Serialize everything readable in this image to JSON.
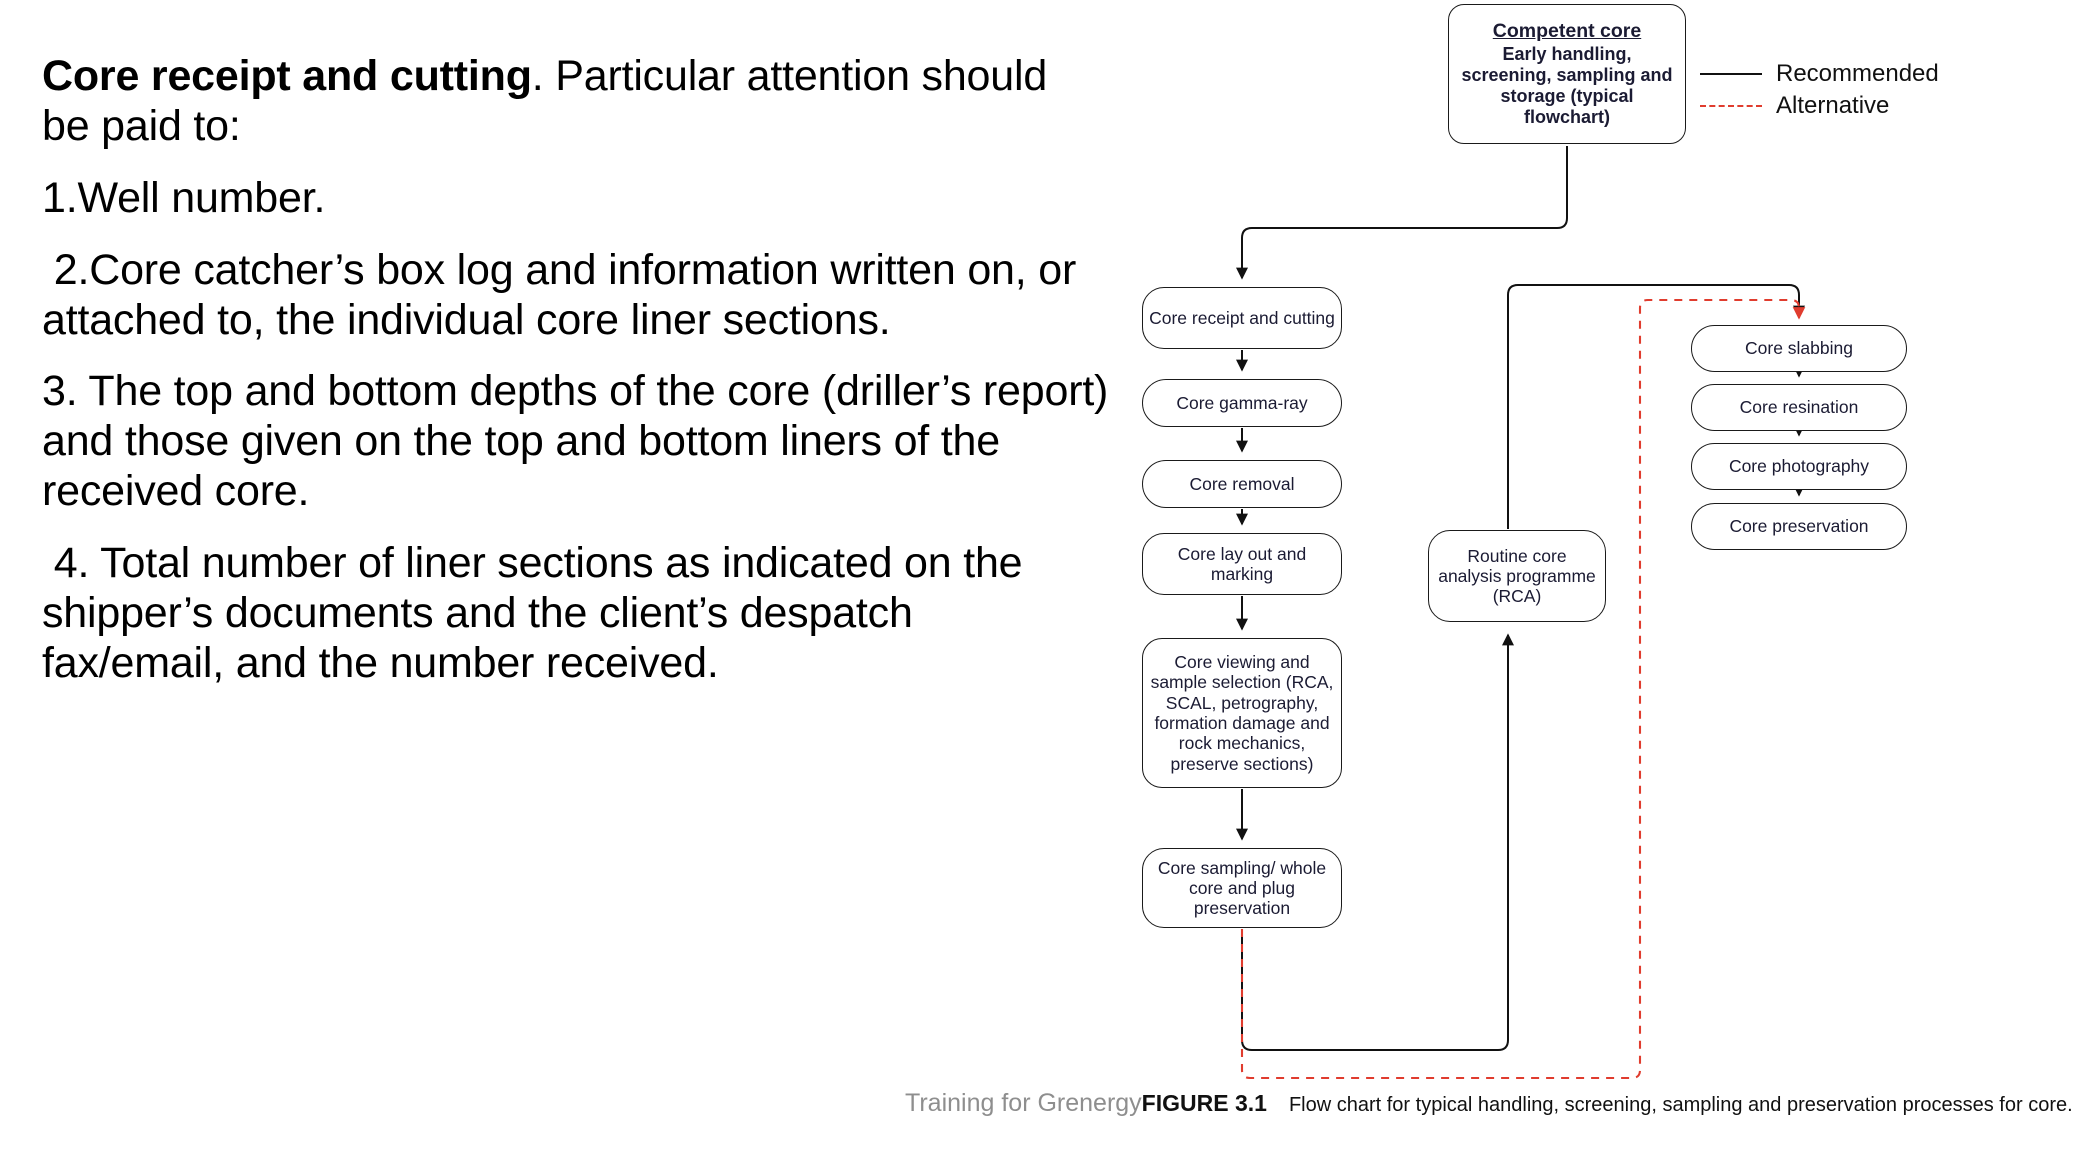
{
  "slide": {
    "paragraphs": [
      {
        "id": "p-lead",
        "strong": "Core receipt and cutting",
        "rest": ". Particular attention should be paid to:"
      },
      {
        "id": "p-1",
        "text": "1.Well number."
      },
      {
        "id": "p-2",
        "text": " 2.Core catcher’s box log and information written on, or attached to, the individual core liner sections."
      },
      {
        "id": "p-3",
        "text": "3. The top and bottom depths of the core (driller’s report) and those given on the top and bottom liners of the received core."
      },
      {
        "id": "p-4",
        "text": " 4. Total number of liner sections as indicated on the shipper’s documents and the client’s despatch fax/email, and the number received."
      }
    ]
  },
  "chart": {
    "title_box": {
      "title": "Competent core",
      "subtitle": "Early handling, screening, sampling and storage (typical flowchart)"
    },
    "legend": [
      {
        "key": "recommended",
        "label": "Recommended",
        "style": "solid",
        "color": "#111111"
      },
      {
        "key": "alternative",
        "label": "Alternative",
        "style": "dashed",
        "color": "#e03c2e"
      }
    ],
    "left_column": [
      {
        "id": "receipt",
        "label": "Core receipt and cutting"
      },
      {
        "id": "gamma",
        "label": "Core gamma-ray"
      },
      {
        "id": "removal",
        "label": "Core removal"
      },
      {
        "id": "layout",
        "label": "Core lay out and marking"
      },
      {
        "id": "viewing",
        "label": "Core viewing and sample selection (RCA, SCAL, petrography, formation damage and rock mechanics, preserve sections)"
      },
      {
        "id": "sampling",
        "label": "Core sampling/ whole core and plug preservation"
      }
    ],
    "middle_column": [
      {
        "id": "rca",
        "label": "Routine core analysis programme (RCA)"
      }
    ],
    "right_column": [
      {
        "id": "slabbing",
        "label": "Core slabbing"
      },
      {
        "id": "resination",
        "label": "Core resination"
      },
      {
        "id": "photography",
        "label": "Core photography"
      },
      {
        "id": "preservation",
        "label": "Core preservation"
      }
    ]
  },
  "caption": {
    "trainer": "Training for Grenergy",
    "figure_number": "FIGURE 3.1",
    "text": "Flow chart for typical handling, screening, sampling and preservation processes for core."
  }
}
